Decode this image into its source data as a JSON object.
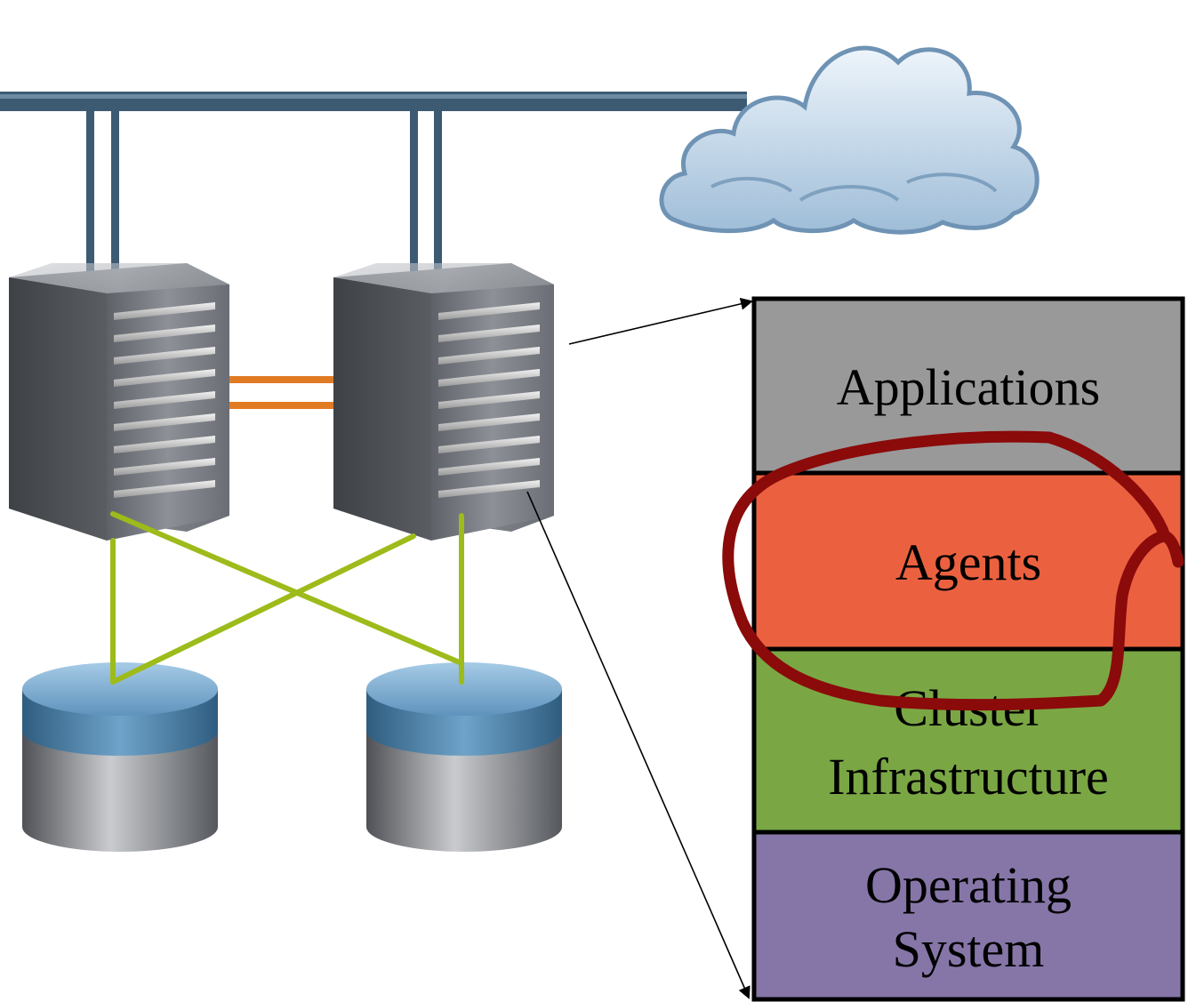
{
  "stack_layers": [
    {
      "id": "applications",
      "lines": [
        "Applications"
      ],
      "color": "#999999"
    },
    {
      "id": "agents",
      "lines": [
        "Agents"
      ],
      "color": "#eb613f"
    },
    {
      "id": "cluster-infrastructure",
      "lines": [
        "Cluster",
        "Infrastructure"
      ],
      "color": "#7aa744"
    },
    {
      "id": "operating-system",
      "lines": [
        "Operating",
        "System"
      ],
      "color": "#8676a8"
    }
  ],
  "colors": {
    "network_bus": "#3d5a73",
    "heartbeat_link": "#e07b24",
    "storage_link": "#9dbb1a",
    "highlight_annotation": "#8b0a0a",
    "cloud": "#c7dbec"
  },
  "icons": [
    "network-bus",
    "cloud-icon",
    "server-icon",
    "storage-disk-icon"
  ]
}
